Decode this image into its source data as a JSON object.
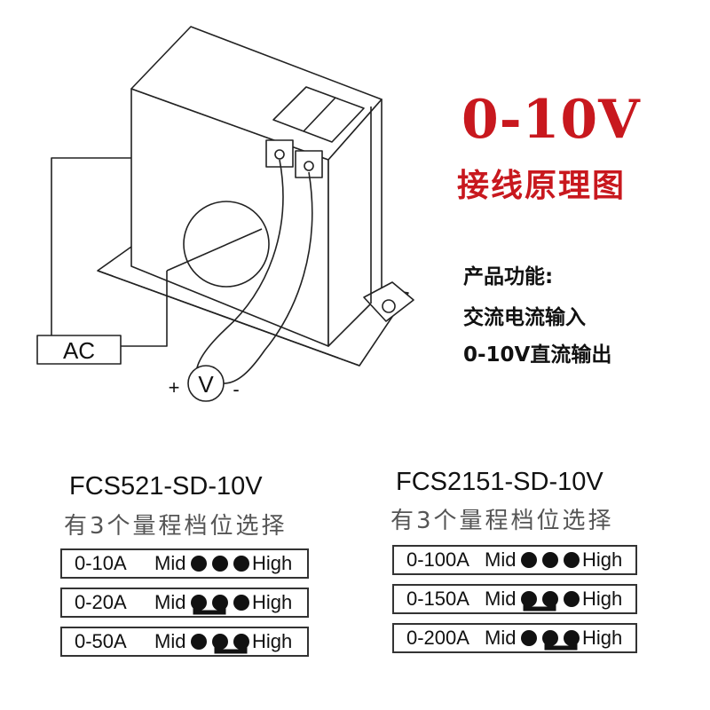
{
  "title": {
    "range": "0-10V",
    "caption": "接线原理图"
  },
  "features": {
    "heading": "产品功能:",
    "line1": "交流电流输入",
    "line2": "0-10V直流输出"
  },
  "diagram": {
    "ac_label": "AC",
    "meter_label": "V",
    "plus": "+",
    "minus": "-"
  },
  "models": [
    {
      "name": "FCS521-SD-10V",
      "subtitle": "有3个量程档位选择",
      "ranges": [
        {
          "range": "0-10A",
          "mid": "Mid",
          "high": "High",
          "jumper": "none"
        },
        {
          "range": "0-20A",
          "mid": "Mid",
          "high": "High",
          "jumper": "left"
        },
        {
          "range": "0-50A",
          "mid": "Mid",
          "high": "High",
          "jumper": "right"
        }
      ]
    },
    {
      "name": "FCS2151-SD-10V",
      "subtitle": "有3个量程档位选择",
      "ranges": [
        {
          "range": "0-100A",
          "mid": "Mid",
          "high": "High",
          "jumper": "none"
        },
        {
          "range": "0-150A",
          "mid": "Mid",
          "high": "High",
          "jumper": "left"
        },
        {
          "range": "0-200A",
          "mid": "Mid",
          "high": "High",
          "jumper": "right"
        }
      ]
    }
  ],
  "colors": {
    "accent": "#c8181e",
    "line": "#222222",
    "text": "#111111"
  }
}
